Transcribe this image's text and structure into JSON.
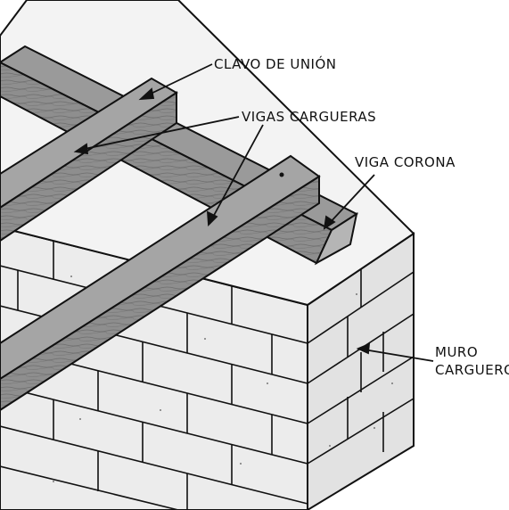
{
  "labels": {
    "clavo_union": "CLAVO DE UNIÓN",
    "vigas_cargueras": "VIGAS CARGUERAS",
    "viga_corona": "VIGA CORONA",
    "muro_line1": "MURO",
    "muro_line2": "CARGUERO"
  },
  "colors": {
    "ink": "#111111",
    "brick_face": "#e6e6e6",
    "brick_top": "#f2f2f2",
    "wood": "#8c8c8c",
    "wood_dark": "#6a6a6a",
    "wood_light": "#a6a6a6"
  }
}
